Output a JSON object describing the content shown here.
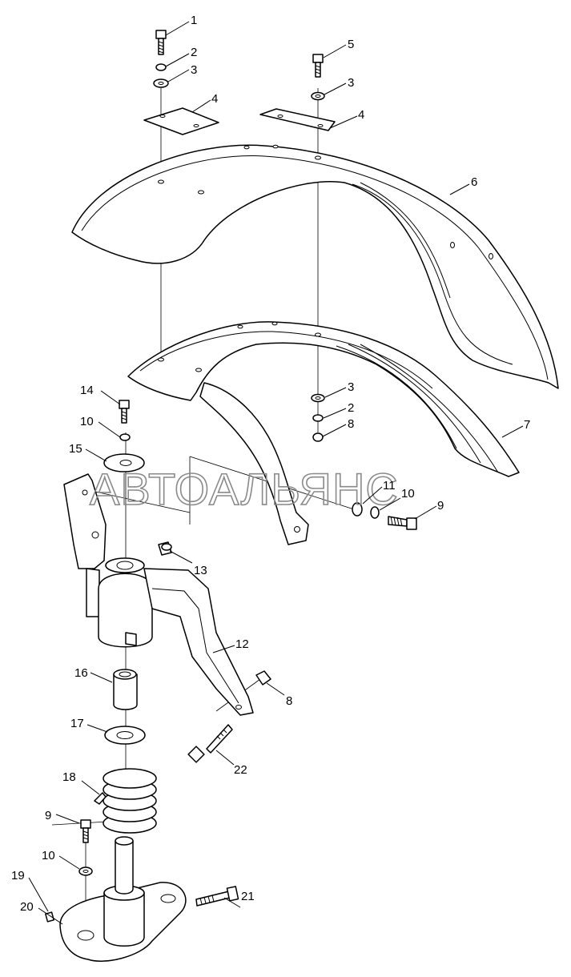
{
  "watermark": "АВТОАЛЬЯНС",
  "callouts": {
    "c1": "1",
    "c2a": "2",
    "c3a": "3",
    "c4a": "4",
    "c5": "5",
    "c3b": "3",
    "c4b": "4",
    "c6": "6",
    "c3c": "3",
    "c2b": "2",
    "c8a": "8",
    "c7": "7",
    "c14": "14",
    "c10a": "10",
    "c15": "15",
    "c11": "11",
    "c10b": "10",
    "c9a": "9",
    "c13": "13",
    "c12": "12",
    "c16": "16",
    "c8b": "8",
    "c17": "17",
    "c22": "22",
    "c18": "18",
    "c9b": "9",
    "c10c": "10",
    "c19": "19",
    "c21": "21",
    "c20": "20"
  }
}
